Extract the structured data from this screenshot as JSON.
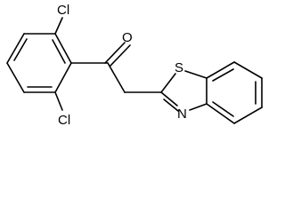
{
  "molecule": {
    "atoms": {
      "cl_top": "Cl",
      "cl_bottom": "Cl",
      "oxygen": "O",
      "sulfur": "S",
      "nitrogen": "N"
    },
    "colors": {
      "bond": "#000000",
      "label": "#000000",
      "background": "#ffffff"
    }
  }
}
